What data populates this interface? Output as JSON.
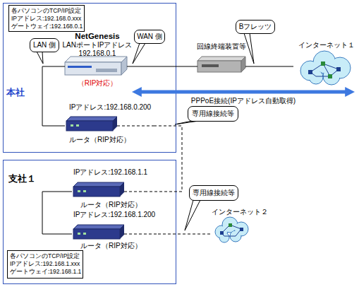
{
  "diagram": {
    "nodes": [
      {
        "text": [
          "本社"
        ]
      },
      {
        "text": [
          "各パソコンのTCP/IP設定",
          "IPアドレス:192.168.0.xxx",
          "ゲートウェイ:192.168.0.1"
        ],
        "in": 0
      },
      {
        "text": [
          "LAN 側"
        ],
        "in": 0
      },
      {
        "text": [
          "NetGenesis",
          "LANポートIPアドレス 192.168.0.1",
          "（RIP対応）"
        ],
        "in": 0
      },
      {
        "text": [
          "WAN 側"
        ],
        "in": 0
      },
      {
        "text": [
          "Bフレッツ"
        ]
      },
      {
        "text": [
          "回線終端装置等"
        ]
      },
      {
        "text": [
          "インターネット１"
        ]
      },
      {
        "text": [
          "IPアドレス:192.168.0.200",
          "ルータ（RIP対応）"
        ],
        "in": 0
      },
      {
        "text": [
          "専用線接続等"
        ]
      },
      {
        "text": [
          "支社１"
        ]
      },
      {
        "text": [
          "IPアドレス:192.168.1.1",
          "ルータ（RIP対応）"
        ],
        "in": 10
      },
      {
        "text": [
          "専用線接続等"
        ]
      },
      {
        "text": [
          "インターネット２"
        ]
      },
      {
        "text": [
          "IPアドレス:192.168.1.200",
          "ルータ（RIP対応）"
        ],
        "in": 10
      },
      {
        "text": [
          "各パソコンのTCP/IP設定",
          "IPアドレス:192.168.1.xxx",
          "ゲートウェイ:192.168.1.1"
        ],
        "in": 10
      }
    ],
    "edges": [
      {
        "from": 3,
        "to": 6,
        "arrow": "none"
      },
      {
        "from": 6,
        "to": 7,
        "arrow": "none"
      },
      {
        "from": 3,
        "to": 7,
        "label": "PPPoE接続(IPアドレス自動取得)",
        "arrow": "both"
      },
      {
        "from": 3,
        "to": 8,
        "arrow": "none"
      },
      {
        "from": 8,
        "to": 11,
        "arrow": "none"
      },
      {
        "from": 11,
        "to": 14,
        "arrow": "none"
      },
      {
        "from": 14,
        "to": 13,
        "arrow": "none"
      }
    ]
  }
}
